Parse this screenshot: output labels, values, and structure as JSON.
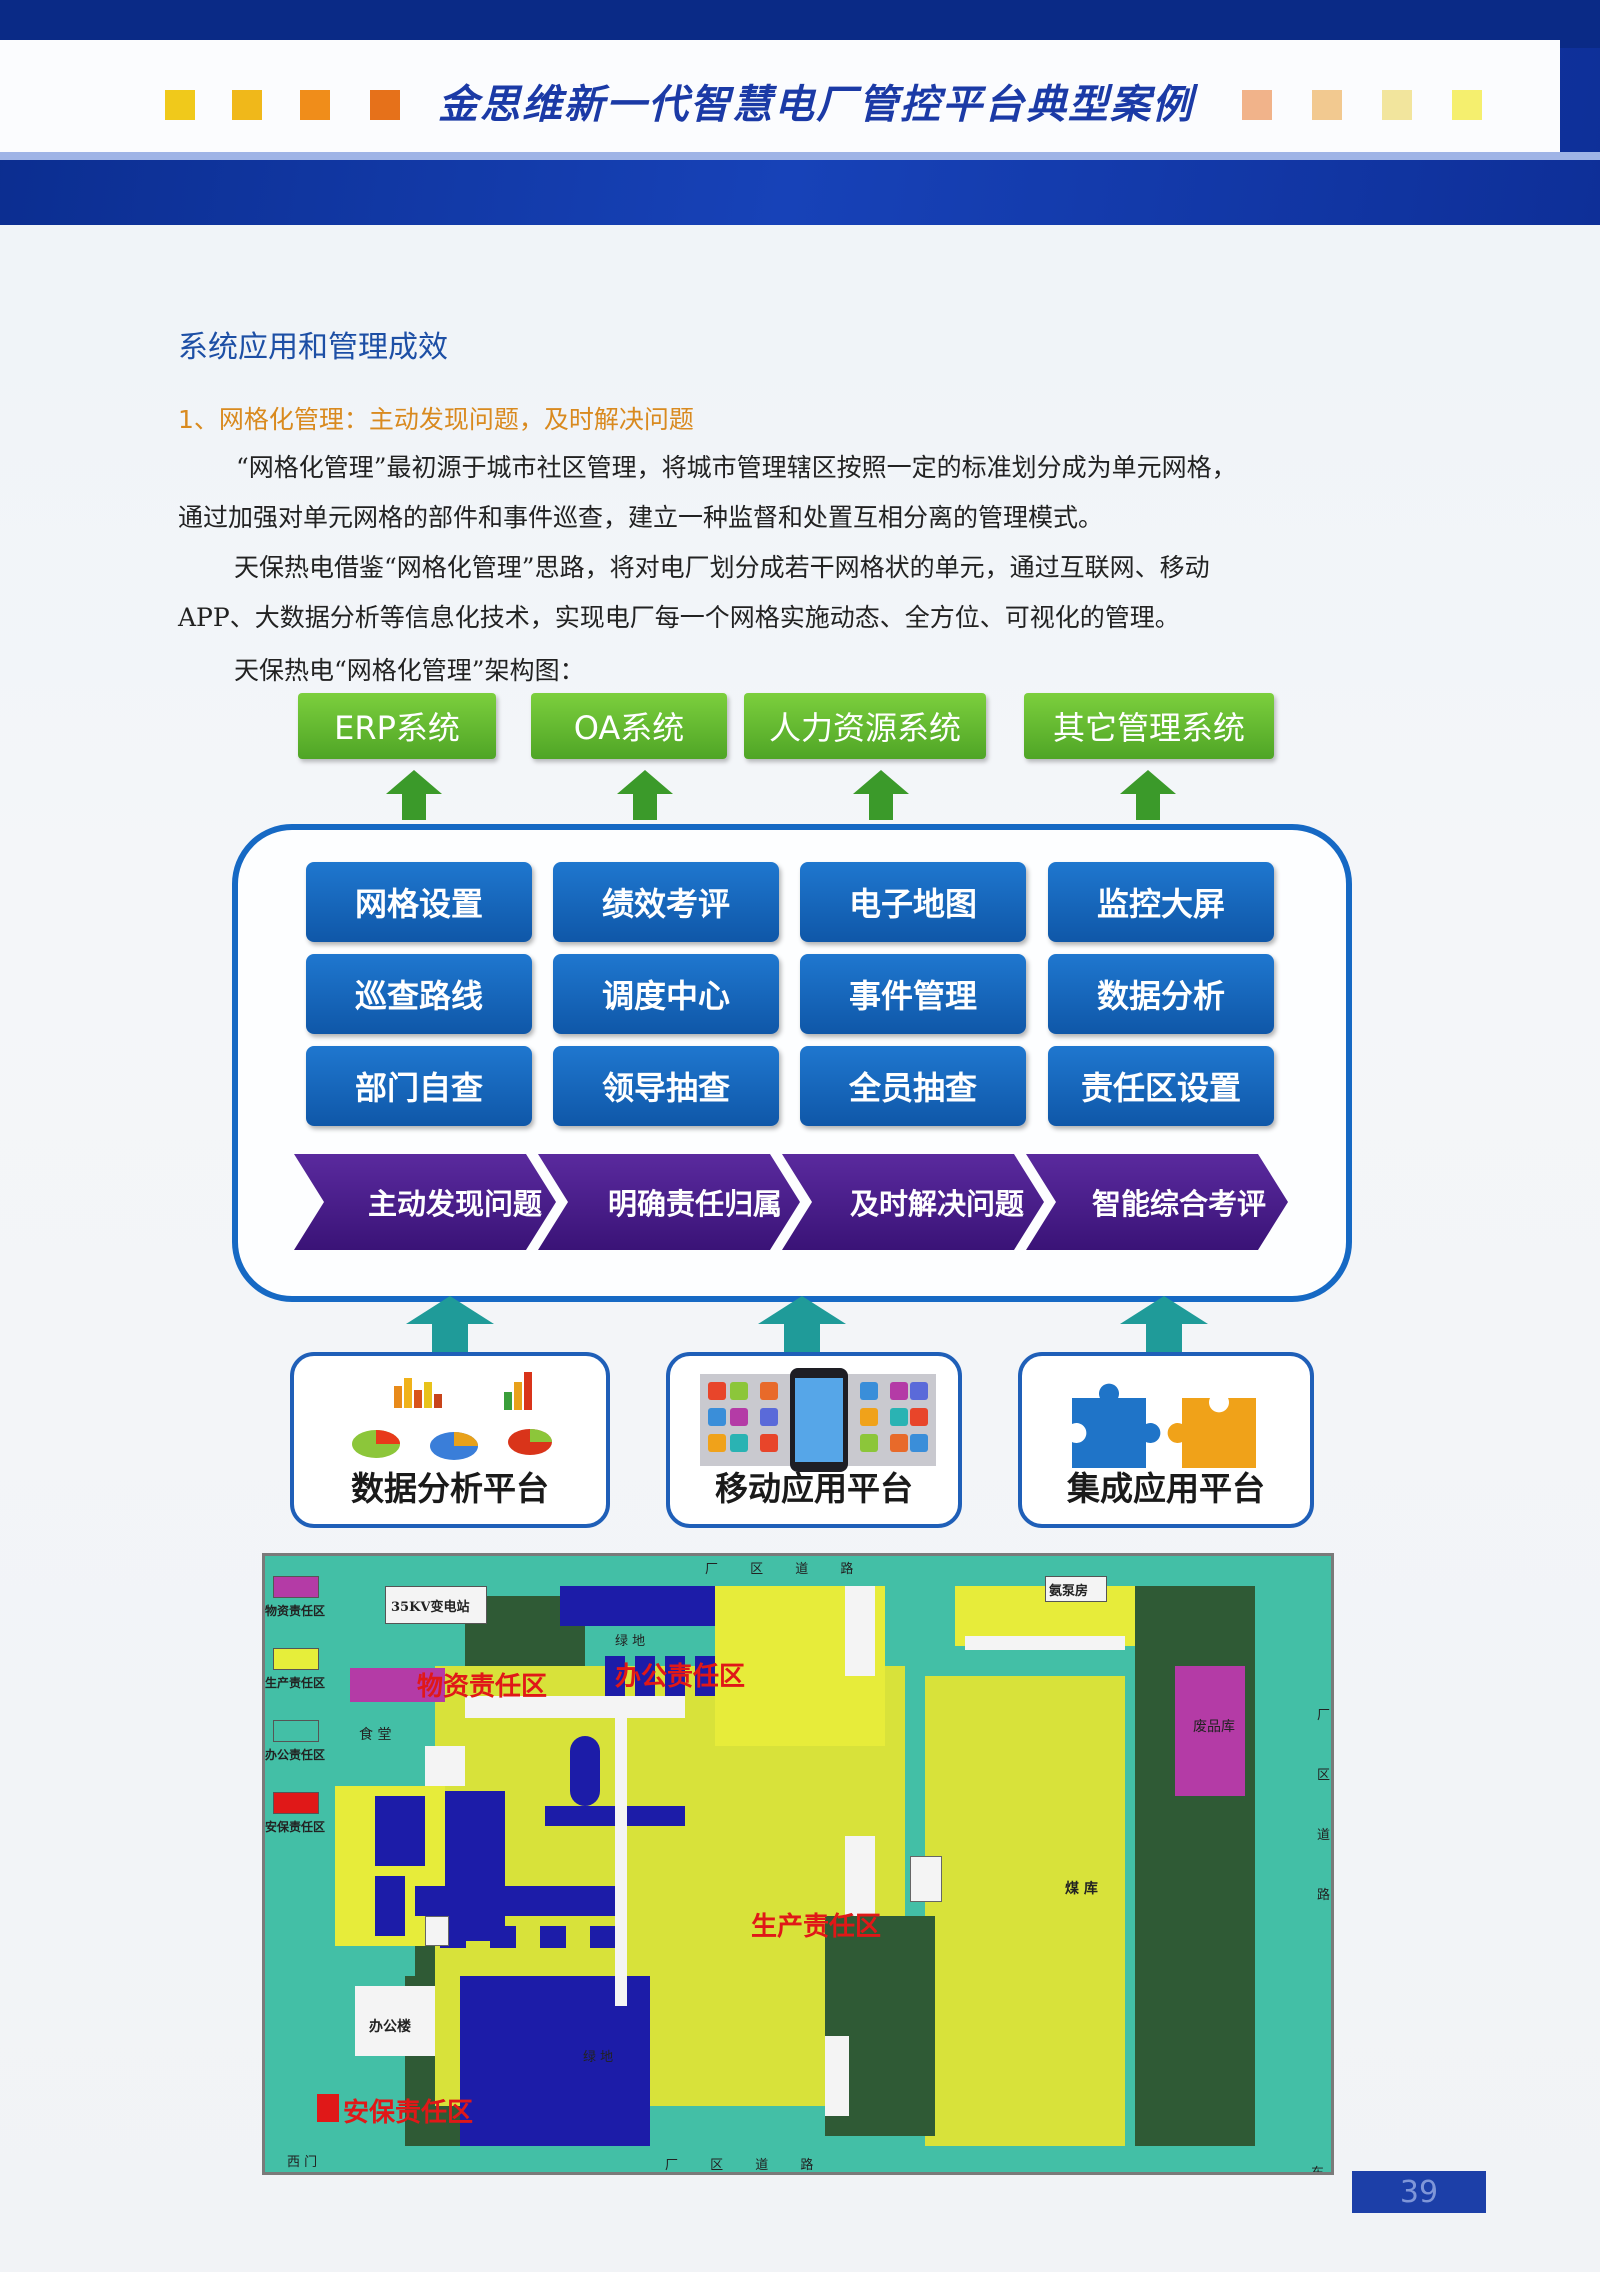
{
  "header": {
    "title": "金思维新一代智慧电厂管控平台典型案例",
    "left_squares": [
      "#f0c91b",
      "#f0b81a",
      "#f08d1a",
      "#e6711a"
    ],
    "right_squares": [
      "#f1b38a",
      "#f2c990",
      "#f2e59d",
      "#f5ef6e"
    ]
  },
  "section": {
    "title": "系统应用和管理成效",
    "subtitle": "1、网格化管理：主动发现问题，及时解决问题",
    "paragraphs": [
      "“网格化管理”最初源于城市社区管理，将城市管理辖区按照一定的标准划分成为单元网格，",
      "通过加强对单元网格的部件和事件巡查，建立一种监督和处置互相分离的管理模式。",
      "天保热电借鉴“网格化管理”思路，将对电厂划分成若干网格状的单元，通过互联网、移动",
      "APP、大数据分析等信息化技术，实现电厂每一个网格实施动态、全方位、可视化的管理。",
      "天保热电“网格化管理”架构图："
    ]
  },
  "diagram": {
    "systems": [
      "ERP系统",
      "OA系统",
      "人力资源系统",
      "其它管理系统"
    ],
    "grid": [
      [
        "网格设置",
        "绩效考评",
        "电子地图",
        "监控大屏"
      ],
      [
        "巡查路线",
        "调度中心",
        "事件管理",
        "数据分析"
      ],
      [
        "部门自查",
        "领导抽查",
        "全员抽查",
        "责任区设置"
      ]
    ],
    "process": [
      "主动发现问题",
      "明确责任归属",
      "及时解决问题",
      "智能综合考评"
    ],
    "platforms": [
      "数据分析平台",
      "移动应用平台",
      "集成应用平台"
    ]
  },
  "map": {
    "legend": [
      {
        "label": "物资责任区",
        "color": "#b43ba6"
      },
      {
        "label": "生产责任区",
        "color": "#e6ee3a"
      },
      {
        "label": "办公责任区",
        "color": "#43bfa6"
      },
      {
        "label": "安保责任区",
        "color": "#e01818"
      }
    ],
    "labels": {
      "substation": "35KV变电站",
      "canteen": "食 堂",
      "office_building": "办公楼",
      "ammonia": "氨泵房",
      "waste": "废品库",
      "coal_yard": "煤 库",
      "green_top": "绿 地",
      "green_bottom": "绿 地",
      "road_top": "厂 区 道 路",
      "road_bottom": "厂 区 道 路",
      "road_right": "厂 区 道 路",
      "west": "西 门",
      "east": "东"
    },
    "zone_labels": {
      "materials": "物资责任区",
      "office": "办公责任区",
      "production": "生产责任区",
      "security": "安保责任区"
    }
  },
  "footer": {
    "page_number": "39"
  }
}
